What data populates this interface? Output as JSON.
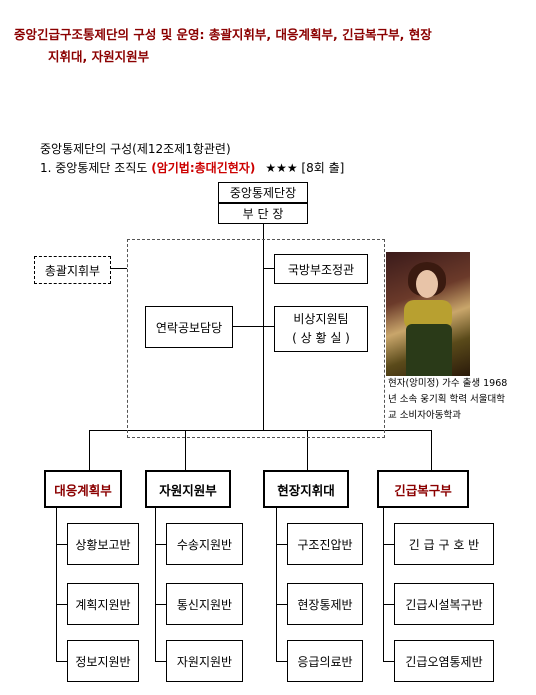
{
  "heading": {
    "line1": "중앙긴급구조통제단의  구성 및 운영: 총괄지휘부, 대응계획부, 긴급복구부, 현장",
    "line2": "지휘대, 자원지원부"
  },
  "section_title": "중앙통제단의 구성(제12조제1항관련)",
  "item1": {
    "prefix": "1. 중앙통제단 조직도 ",
    "highlight": "(암기법:총대긴현자)",
    "stars": "★★★",
    "note": " [8회 출]"
  },
  "org": {
    "top": "중앙통제단장",
    "deputy": "부 단 장",
    "command": "총괄지휘부",
    "liaison": "연락공보담당",
    "defense": "국방부조정관",
    "emergency_team": "비상지원팀",
    "situation_room": "( 상 황 실 )",
    "departments": [
      {
        "name": "대응계획부",
        "units": [
          "상황보고반",
          "계획지원반",
          "정보지원반"
        ]
      },
      {
        "name": "자원지원부",
        "units": [
          "수송지원반",
          "통신지원반",
          "자원지원반"
        ]
      },
      {
        "name": "현장지휘대",
        "units": [
          "구조진압반",
          "현장통제반",
          "응급의료반"
        ]
      },
      {
        "name": "긴급복구부",
        "units": [
          "긴 급 구 호 반",
          "긴급시설복구반",
          "긴급오염통제반"
        ]
      }
    ]
  },
  "caption": "현자(앙미정) 가수 출생 1968년 소속 웅기획 학력 서울대학교 소비자아동학과",
  "icons": {
    "photo": "person-photo"
  }
}
